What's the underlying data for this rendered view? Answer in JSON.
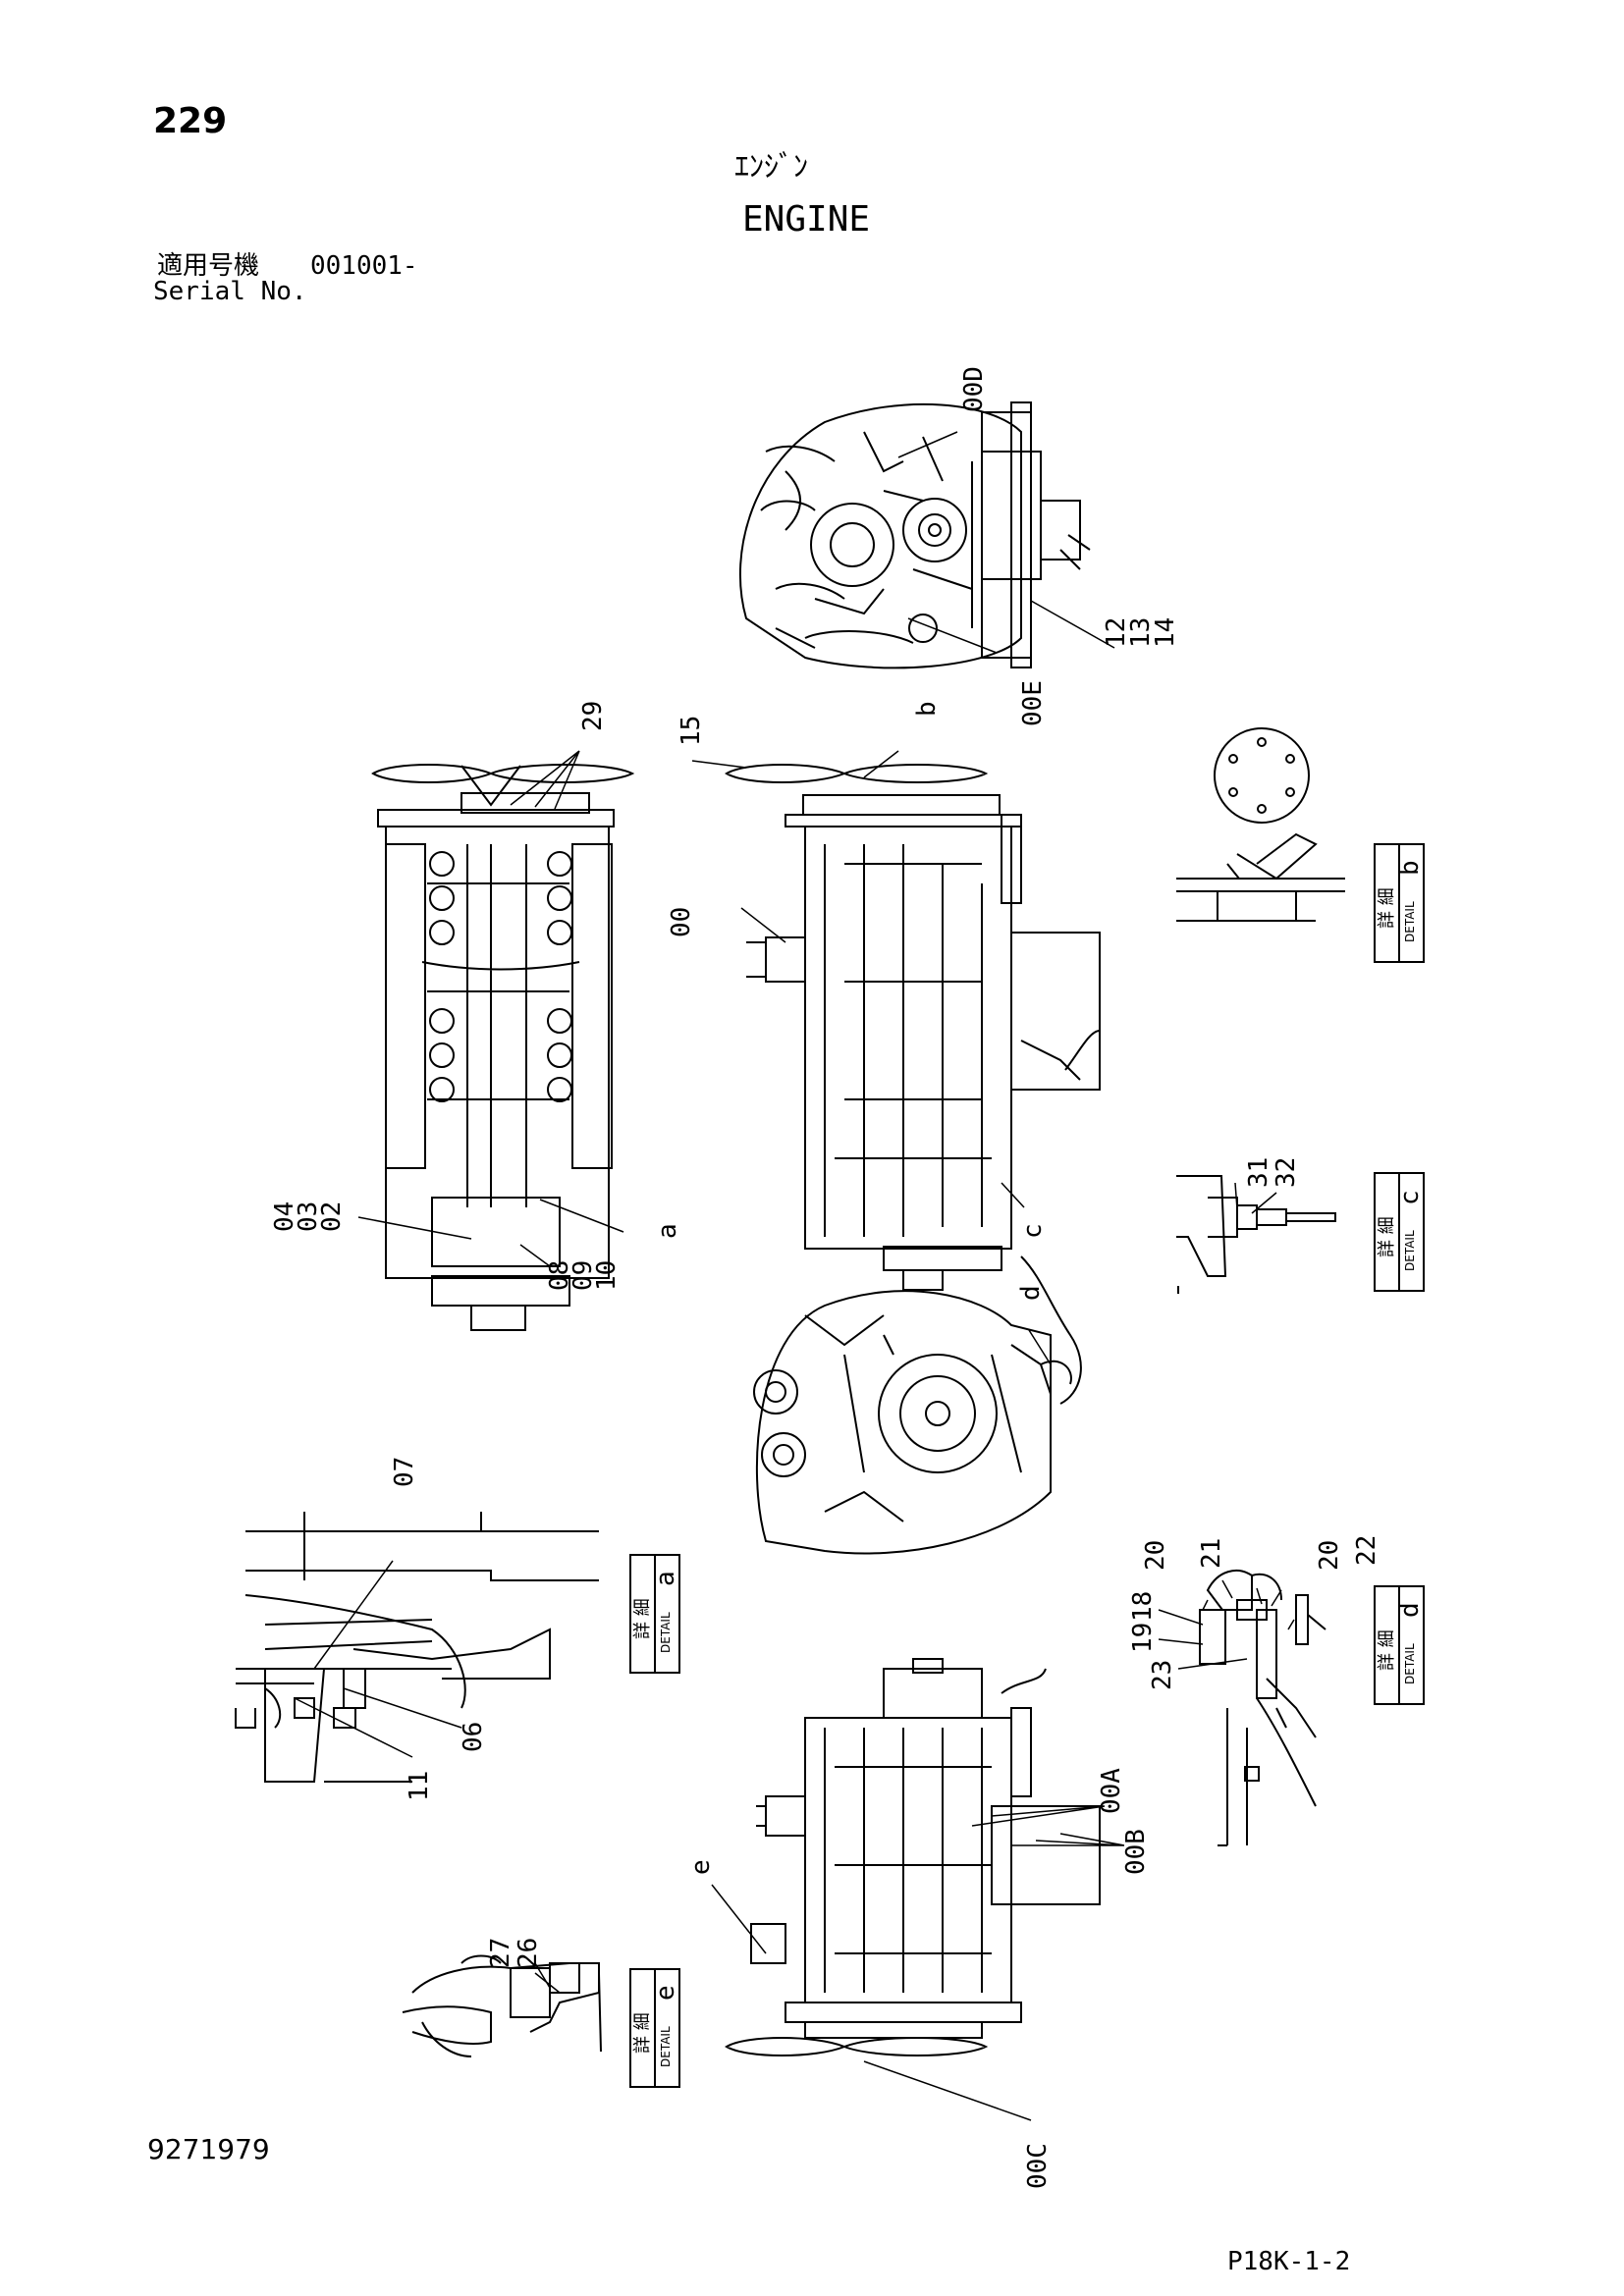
{
  "header": {
    "page_number": "229",
    "title_jp": "ｴﾝｼﾞﾝ",
    "title_en": "ENGINE",
    "serial_label_jp": "適用号機",
    "serial_value": "001001-",
    "serial_label_en": "Serial No."
  },
  "footer": {
    "drawing_number": "9271979",
    "page_code": "P18K-1-2"
  },
  "detail_boxes": [
    {
      "kanji": "詳 細",
      "text": "DETAIL",
      "letter": "b"
    },
    {
      "kanji": "詳 細",
      "text": "DETAIL",
      "letter": "c"
    },
    {
      "kanji": "詳 細",
      "text": "DETAIL",
      "letter": "a"
    },
    {
      "kanji": "詳 細",
      "text": "DETAIL",
      "letter": "d"
    },
    {
      "kanji": "詳 細",
      "text": "DETAIL",
      "letter": "e"
    }
  ],
  "callouts": [
    "00D",
    "12",
    "13",
    "14",
    "00E",
    "29",
    "15",
    "b",
    "00",
    "04",
    "03",
    "02",
    "08",
    "09",
    "10",
    "a",
    "c",
    "31",
    "32",
    "d",
    "07",
    "06",
    "11",
    "20",
    "21",
    "20",
    "18",
    "19",
    "22",
    "23",
    "00A",
    "00B",
    "e",
    "27",
    "26",
    "00C"
  ]
}
